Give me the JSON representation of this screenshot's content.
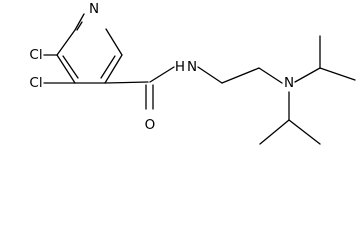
{
  "molecule": {
    "atoms": {
      "n_ring": "N",
      "cl_top": "Cl",
      "cl_bottom": "Cl",
      "o_carbonyl": "O",
      "n_amide": "N",
      "n_amine": "N"
    },
    "hydrogens": {
      "amide": "H"
    },
    "colors": {
      "bond": "#000000",
      "label": "#000000",
      "background": "#ffffff"
    }
  }
}
